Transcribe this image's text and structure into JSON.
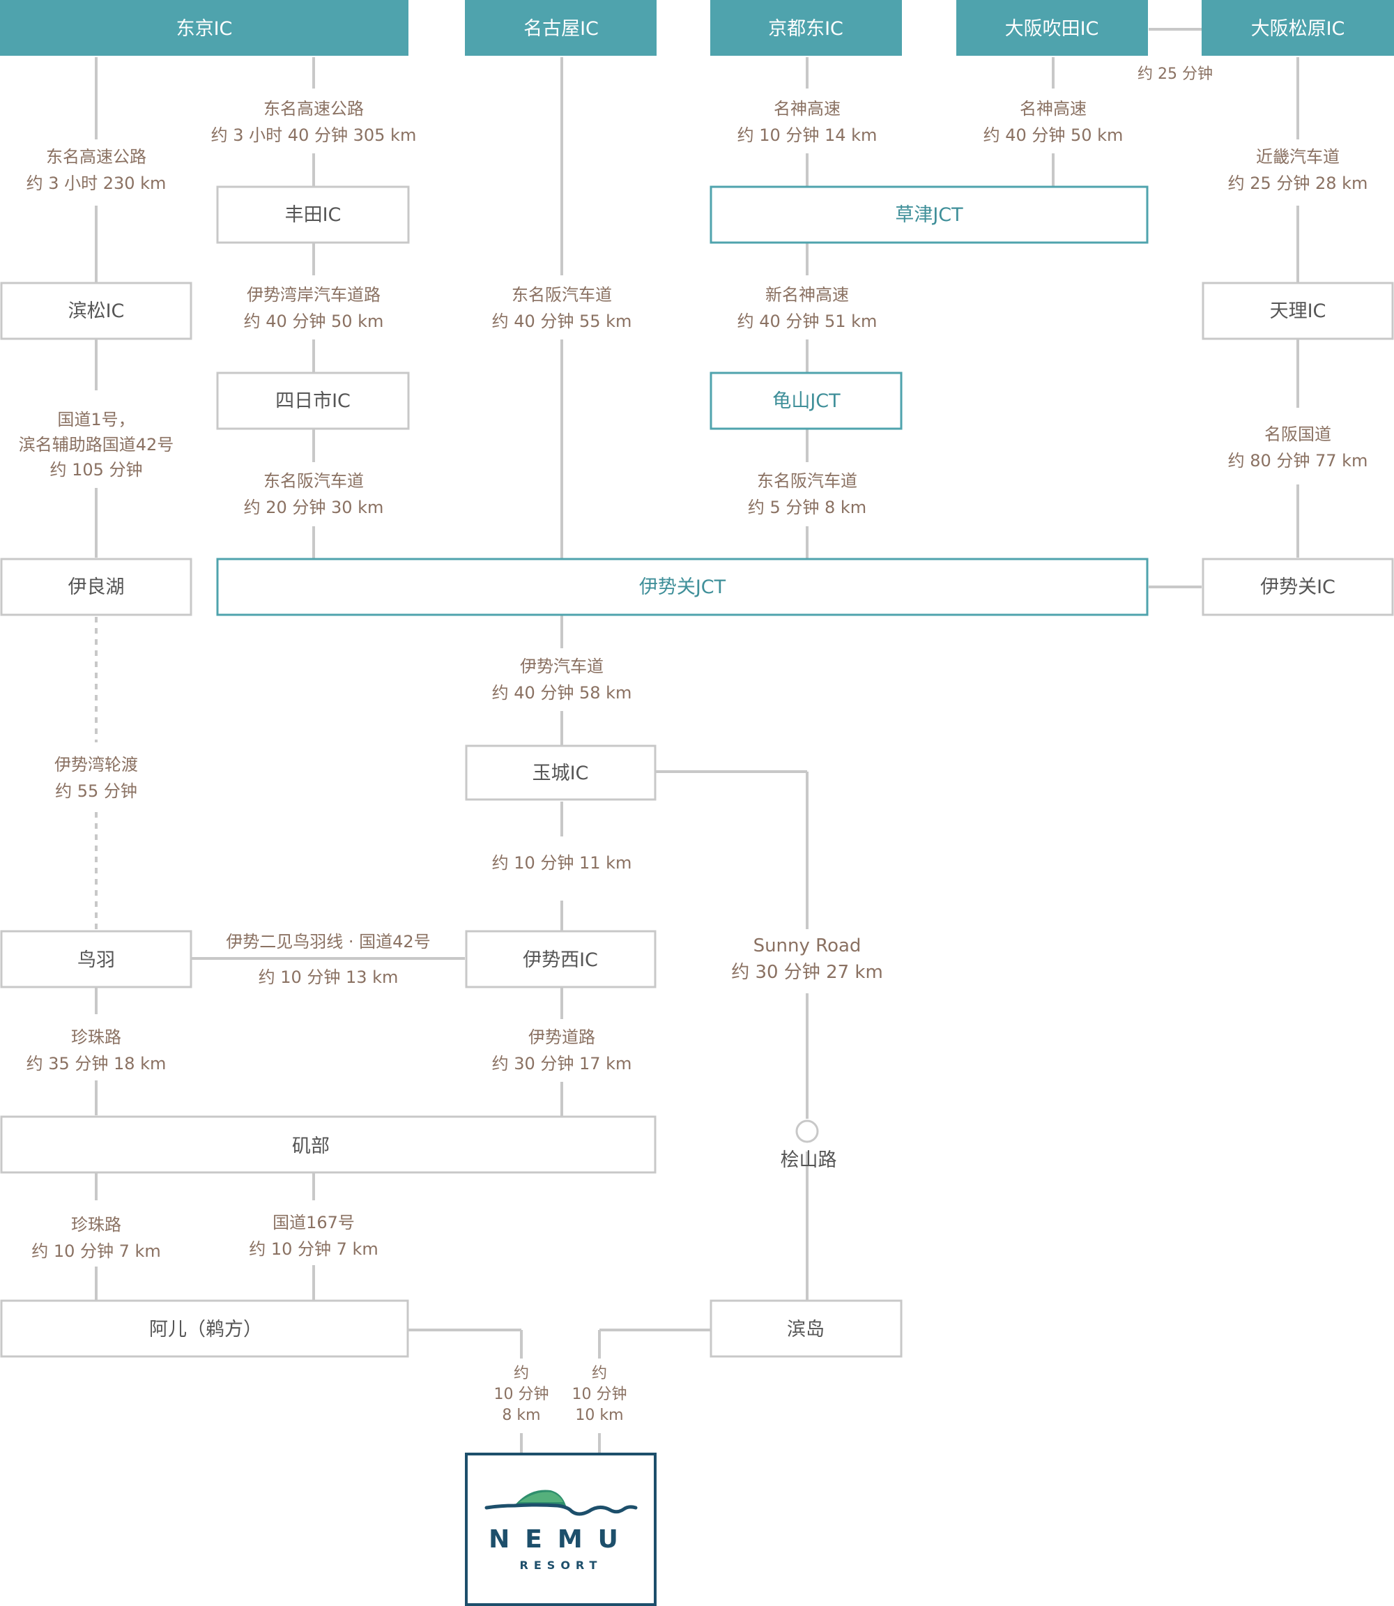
{
  "colors": {
    "header_fill": "#4fa3ad",
    "header_text": "#ffffff",
    "box_border": "#c8c8c8",
    "teal_border": "#4fa3ad",
    "teal_text": "#3f8f99",
    "label_text": "#8a7162",
    "node_text": "#555555",
    "line": "#c8c8c8",
    "logo_border": "#1d4f6b"
  },
  "headers": {
    "tokyo": "东京IC",
    "nagoya": "名古屋IC",
    "kyoto_east": "京都东IC",
    "osaka_suita": "大阪吹田IC",
    "osaka_matsubara": "大阪松原IC"
  },
  "nodes": {
    "toyota": "丰田IC",
    "kusatsu": "草津JCT",
    "hamamatsu": "滨松IC",
    "tenri": "天理IC",
    "yokkaichi": "四日市IC",
    "kameyama": "龟山JCT",
    "irago": "伊良湖",
    "ise_seki_jct": "伊势关JCT",
    "ise_seki_ic": "伊势关IC",
    "tamaki": "玉城IC",
    "toba": "鸟羽",
    "ise_nishi": "伊势西IC",
    "isobe": "矶部",
    "hinoki": "桧山路",
    "ago": "阿儿（鹈方）",
    "hamajima": "滨岛"
  },
  "labels": {
    "tomei_a": [
      "东名高速公路",
      "约 3 小时 40 分钟 305 km"
    ],
    "tomei_b": [
      "东名高速公路",
      "约 3 小时 230 km"
    ],
    "meishin_a": [
      "名神高速",
      "约 10 分钟 14 km"
    ],
    "meishin_b": [
      "名神高速",
      "约 40 分钟 50 km"
    ],
    "osaka_link": [
      "约 25 分钟"
    ],
    "kintetsu": [
      "近畿汽车道",
      "约 25 分钟 28 km"
    ],
    "isewan_coast": [
      "伊势湾岸汽车道路",
      "约 40 分钟 50 km"
    ],
    "higashi_meihan_a": [
      "东名阪汽车道",
      "约 40 分钟 55 km"
    ],
    "shin_meishin": [
      "新名神高速",
      "约 40 分钟 51 km"
    ],
    "national1": [
      "国道1号，",
      "滨名辅助路国道42号",
      "约 105 分钟"
    ],
    "meihan": [
      "名阪国道",
      "约 80 分钟 77 km"
    ],
    "higashi_meihan_b": [
      "东名阪汽车道",
      "约 20 分钟 30 km"
    ],
    "higashi_meihan_c": [
      "东名阪汽车道",
      "约 5 分钟 8 km"
    ],
    "ise_expressway": [
      "伊势汽车道",
      "约 40 分钟 58 km"
    ],
    "ferry": [
      "伊势湾轮渡",
      "约 55 分钟"
    ],
    "tamaki_nishi": [
      "约 10 分钟 11 km"
    ],
    "futami_line": [
      "伊势二见鸟羽线 · 国道42号"
    ],
    "futami_time": [
      "约 10 分钟 13 km"
    ],
    "sunny_road": [
      "Sunny Road",
      "约 30 分钟 27 km"
    ],
    "pearl_a": [
      "珍珠路",
      "约 35 分钟 18 km"
    ],
    "ise_road": [
      "伊势道路",
      "约 30 分钟 17 km"
    ],
    "pearl_b": [
      "珍珠路",
      "约 10 分钟 7 km"
    ],
    "national167": [
      "国道167号",
      "约 10 分钟 7 km"
    ],
    "final_left": [
      "约",
      "10 分钟",
      "8 km"
    ],
    "final_right": [
      "约",
      "10 分钟",
      "10 km"
    ]
  },
  "logo": {
    "name": "NEMU",
    "sub": "RESORT",
    "icon": "sea-wave-island-icon"
  }
}
